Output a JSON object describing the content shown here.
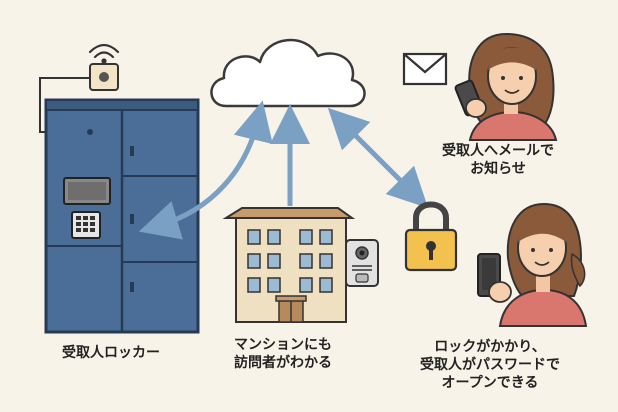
{
  "labels": {
    "locker": "受取人ロッカー",
    "building": [
      "マンションにも",
      "訪問者がわかる"
    ],
    "mail": [
      "受取人へメールで",
      "お知らせ"
    ],
    "lock": [
      "ロックがかかり、",
      "受取人がパスワードで",
      "オープンできる"
    ]
  },
  "colors": {
    "locker": "#4a6e98",
    "arrow": "#7aa0c4",
    "lock": "#f2c14e",
    "cloud_stroke": "#3a3a3a",
    "building": "#efe0c2",
    "background": "#f8f3e8"
  },
  "icons": [
    "wifi-icon",
    "cloud-icon",
    "envelope-icon",
    "padlock-icon",
    "smartphone-icon",
    "intercom-icon"
  ]
}
